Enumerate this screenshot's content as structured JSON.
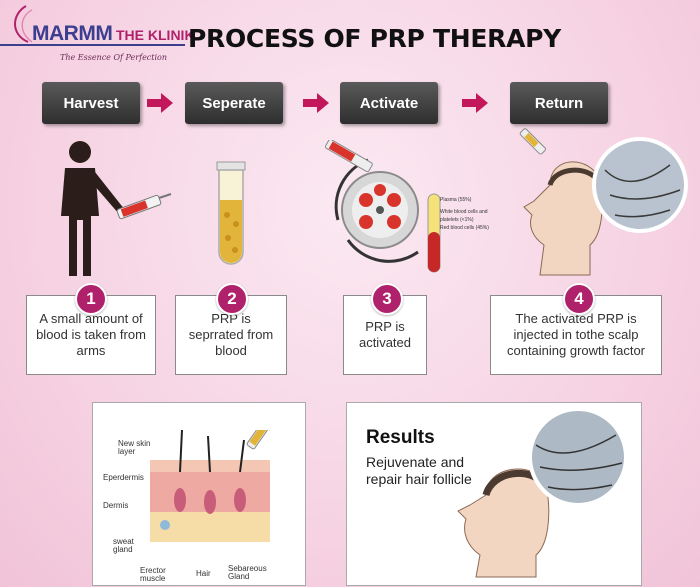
{
  "header": {
    "brand": "MARMM",
    "brand_sub": "THE KLINIK",
    "tagline": "The Essence Of Perfection",
    "title": "PROCESS OF PRP THERAPY"
  },
  "steps": [
    {
      "label": "Harvest",
      "number": "1",
      "text": "A small amount of blood is taken from arms"
    },
    {
      "label": "Seperate",
      "number": "2",
      "text": "PRP is seprrated from blood"
    },
    {
      "label": "Activate",
      "number": "3",
      "text": "PRP is activated"
    },
    {
      "label": "Return",
      "number": "4",
      "text": "The activated PRP is injected in tothe scalp containing growth factor"
    }
  ],
  "tube_labels": [
    "Plasma (55%)",
    "White blood cells and platelets (<1%)",
    "Red blood cells (45%)"
  ],
  "skin_diagram": {
    "labels": {
      "new_skin": "New skin layer",
      "epidermis": "Eperdermis",
      "dermis": "Dermis",
      "sweat": "sweat gland",
      "erector": "Erector muscle",
      "hair": "Hair",
      "sebaceous": "Sebareous Gland"
    }
  },
  "results": {
    "title": "Results",
    "text": "Rejuvenate and repair hair follicle"
  },
  "colors": {
    "accent": "#b0216b",
    "button": "#3a3a3a",
    "brand": "#3c3f8f"
  }
}
